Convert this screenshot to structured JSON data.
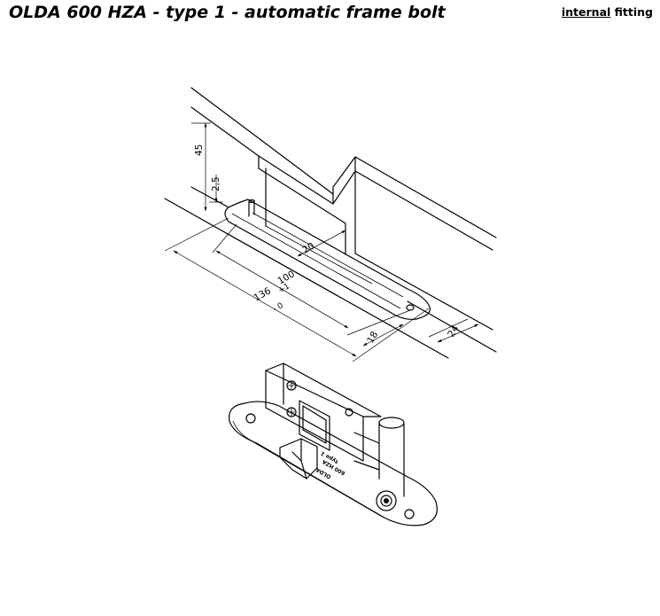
{
  "header": {
    "title": "OLDA 600 HZA - type 1 - automatic frame bolt",
    "tag_underlined": "internal",
    "tag_rest": " fitting"
  },
  "dimensions": {
    "height": "45",
    "offset": "2,5",
    "depth": "20",
    "hole_spacing": "100",
    "length": "136",
    "length_tol_upper": "+1",
    "length_tol_lower": "- 0",
    "plate_width": "18",
    "cutout_width": "24"
  },
  "product_marking": {
    "brand": "OLDA",
    "model": "600 HZA",
    "type": "type 1"
  }
}
